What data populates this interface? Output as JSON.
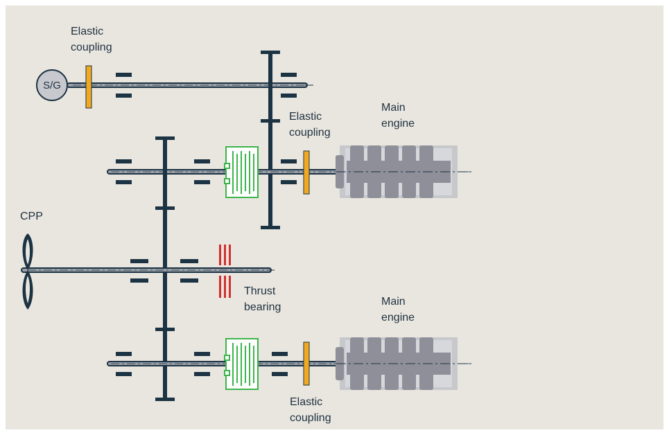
{
  "labels": {
    "elastic_coupling_top": "Elastic\ncoupling",
    "elastic_coupling_mid": "Elastic\ncoupling",
    "elastic_coupling_bottom": "Elastic\ncoupling",
    "main_engine_top": "Main\nengine",
    "main_engine_bottom": "Main\nengine",
    "cpp": "CPP",
    "thrust_bearing": "Thrust\nbearing",
    "sg": "S/G"
  },
  "colors": {
    "background": "#e9e6df",
    "shaft_dark": "#1c3344",
    "shaft_light": "#9aa0a8",
    "coupling": "#f2a922",
    "clutch": "#3cb44a",
    "thrust": "#d12f2f",
    "engine_back": "#c7c8cc",
    "engine_front": "#8e8f98"
  }
}
